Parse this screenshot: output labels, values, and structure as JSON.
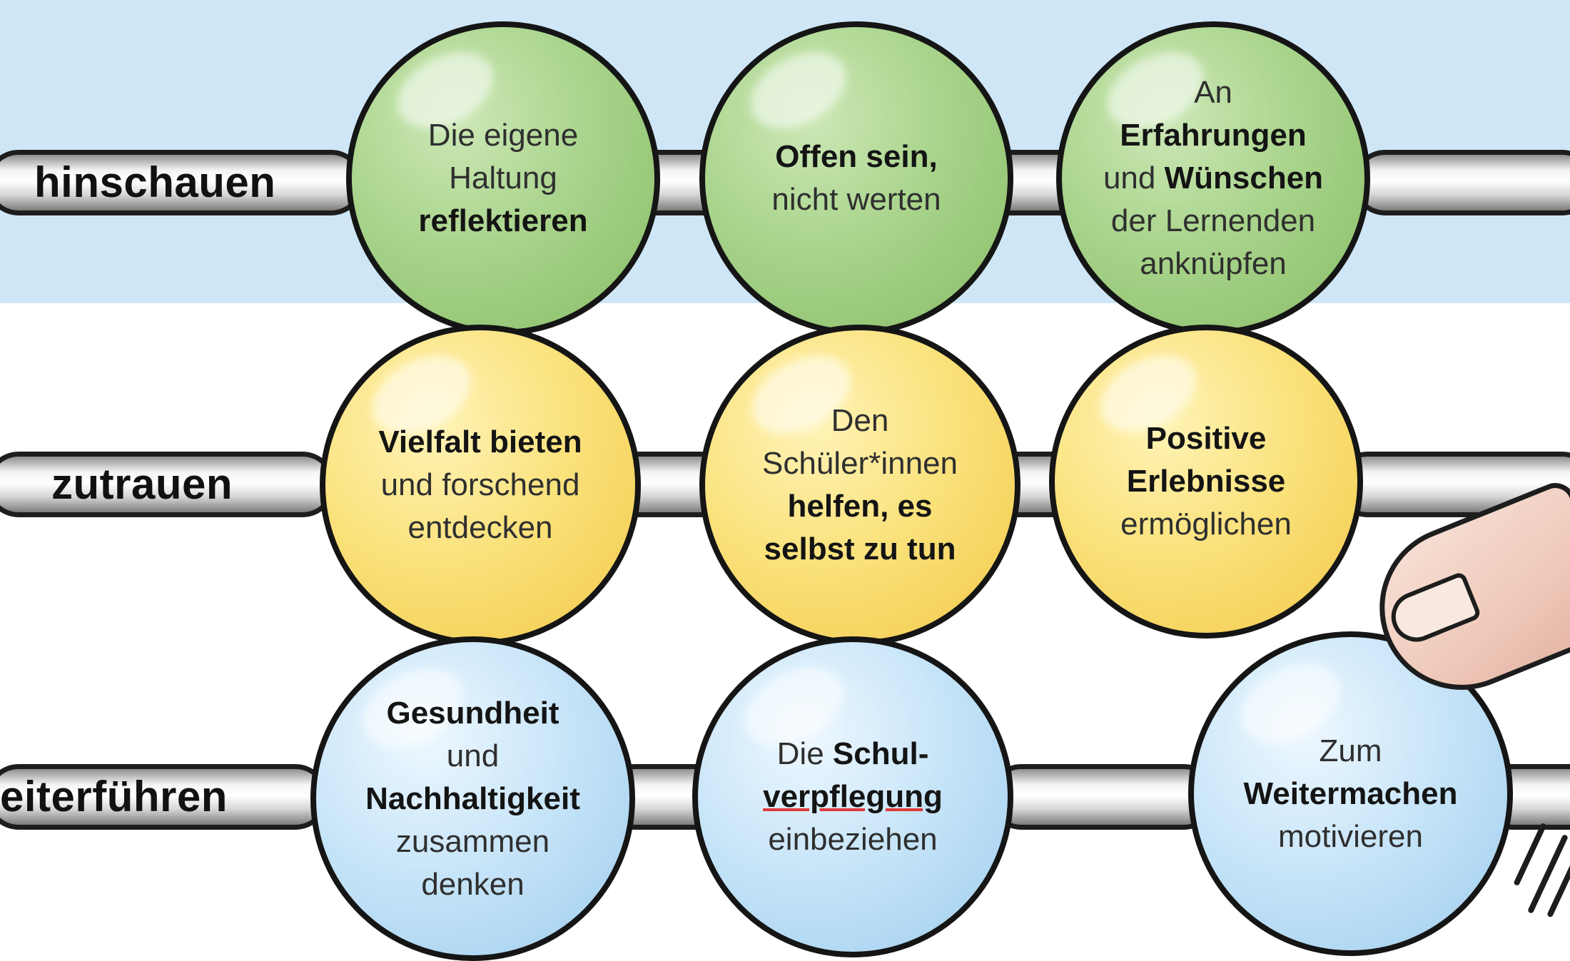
{
  "rows": [
    {
      "label": "hinschauen",
      "color": "#a9d48c",
      "beads": [
        {
          "lines": [
            {
              "parts": [
                {
                  "t": "Die eigene",
                  "b": false
                }
              ]
            },
            {
              "parts": [
                {
                  "t": "Haltung",
                  "b": false
                }
              ]
            },
            {
              "parts": [
                {
                  "t": "reflektieren",
                  "b": true
                }
              ]
            }
          ]
        },
        {
          "lines": [
            {
              "parts": [
                {
                  "t": "Offen sein,",
                  "b": true
                }
              ]
            },
            {
              "parts": [
                {
                  "t": "nicht werten",
                  "b": false
                }
              ]
            }
          ]
        },
        {
          "lines": [
            {
              "parts": [
                {
                  "t": "An",
                  "b": false
                }
              ]
            },
            {
              "parts": [
                {
                  "t": "Erfahrungen",
                  "b": true
                }
              ]
            },
            {
              "parts": [
                {
                  "t": "und ",
                  "b": false
                },
                {
                  "t": "Wünschen",
                  "b": true
                }
              ]
            },
            {
              "parts": [
                {
                  "t": "der Lernenden",
                  "b": false
                }
              ]
            },
            {
              "parts": [
                {
                  "t": "anknüpfen",
                  "b": false
                }
              ]
            }
          ]
        }
      ]
    },
    {
      "label": "zutrauen",
      "color": "#fae17a",
      "beads": [
        {
          "lines": [
            {
              "parts": [
                {
                  "t": "Vielfalt bieten",
                  "b": true
                }
              ]
            },
            {
              "parts": [
                {
                  "t": "und forschend",
                  "b": false
                }
              ]
            },
            {
              "parts": [
                {
                  "t": "entdecken",
                  "b": false
                }
              ]
            }
          ]
        },
        {
          "lines": [
            {
              "parts": [
                {
                  "t": "Den",
                  "b": false
                }
              ]
            },
            {
              "parts": [
                {
                  "t": "Schüler*innen",
                  "b": false
                }
              ]
            },
            {
              "parts": [
                {
                  "t": "helfen, es",
                  "b": true
                }
              ]
            },
            {
              "parts": [
                {
                  "t": "selbst zu tun",
                  "b": true
                }
              ]
            }
          ]
        },
        {
          "lines": [
            {
              "parts": [
                {
                  "t": "Positive",
                  "b": true
                }
              ]
            },
            {
              "parts": [
                {
                  "t": "Erlebnisse",
                  "b": true
                }
              ]
            },
            {
              "parts": [
                {
                  "t": "ermöglichen",
                  "b": false
                }
              ]
            }
          ]
        }
      ]
    },
    {
      "label": "eiterführen",
      "color": "#c6e4f8",
      "beads": [
        {
          "lines": [
            {
              "parts": [
                {
                  "t": "Gesundheit",
                  "b": true
                }
              ]
            },
            {
              "parts": [
                {
                  "t": "und",
                  "b": false
                }
              ]
            },
            {
              "parts": [
                {
                  "t": "Nachhaltigkeit",
                  "b": true
                }
              ]
            },
            {
              "parts": [
                {
                  "t": "zusammen",
                  "b": false
                }
              ]
            },
            {
              "parts": [
                {
                  "t": "denken",
                  "b": false
                }
              ]
            }
          ]
        },
        {
          "lines": [
            {
              "parts": [
                {
                  "t": "Die ",
                  "b": false
                },
                {
                  "t": "Schul-",
                  "b": true
                }
              ]
            },
            {
              "parts": [
                {
                  "t": "verpflegung",
                  "b": true,
                  "u": true
                }
              ]
            },
            {
              "parts": [
                {
                  "t": "einbeziehen",
                  "b": false
                }
              ]
            }
          ]
        },
        {
          "lines": [
            {
              "parts": [
                {
                  "t": "Zum",
                  "b": false
                }
              ]
            },
            {
              "parts": [
                {
                  "t": "Weitermachen",
                  "b": true
                }
              ]
            },
            {
              "parts": [
                {
                  "t": "motivieren",
                  "b": false
                }
              ]
            }
          ]
        }
      ]
    }
  ]
}
